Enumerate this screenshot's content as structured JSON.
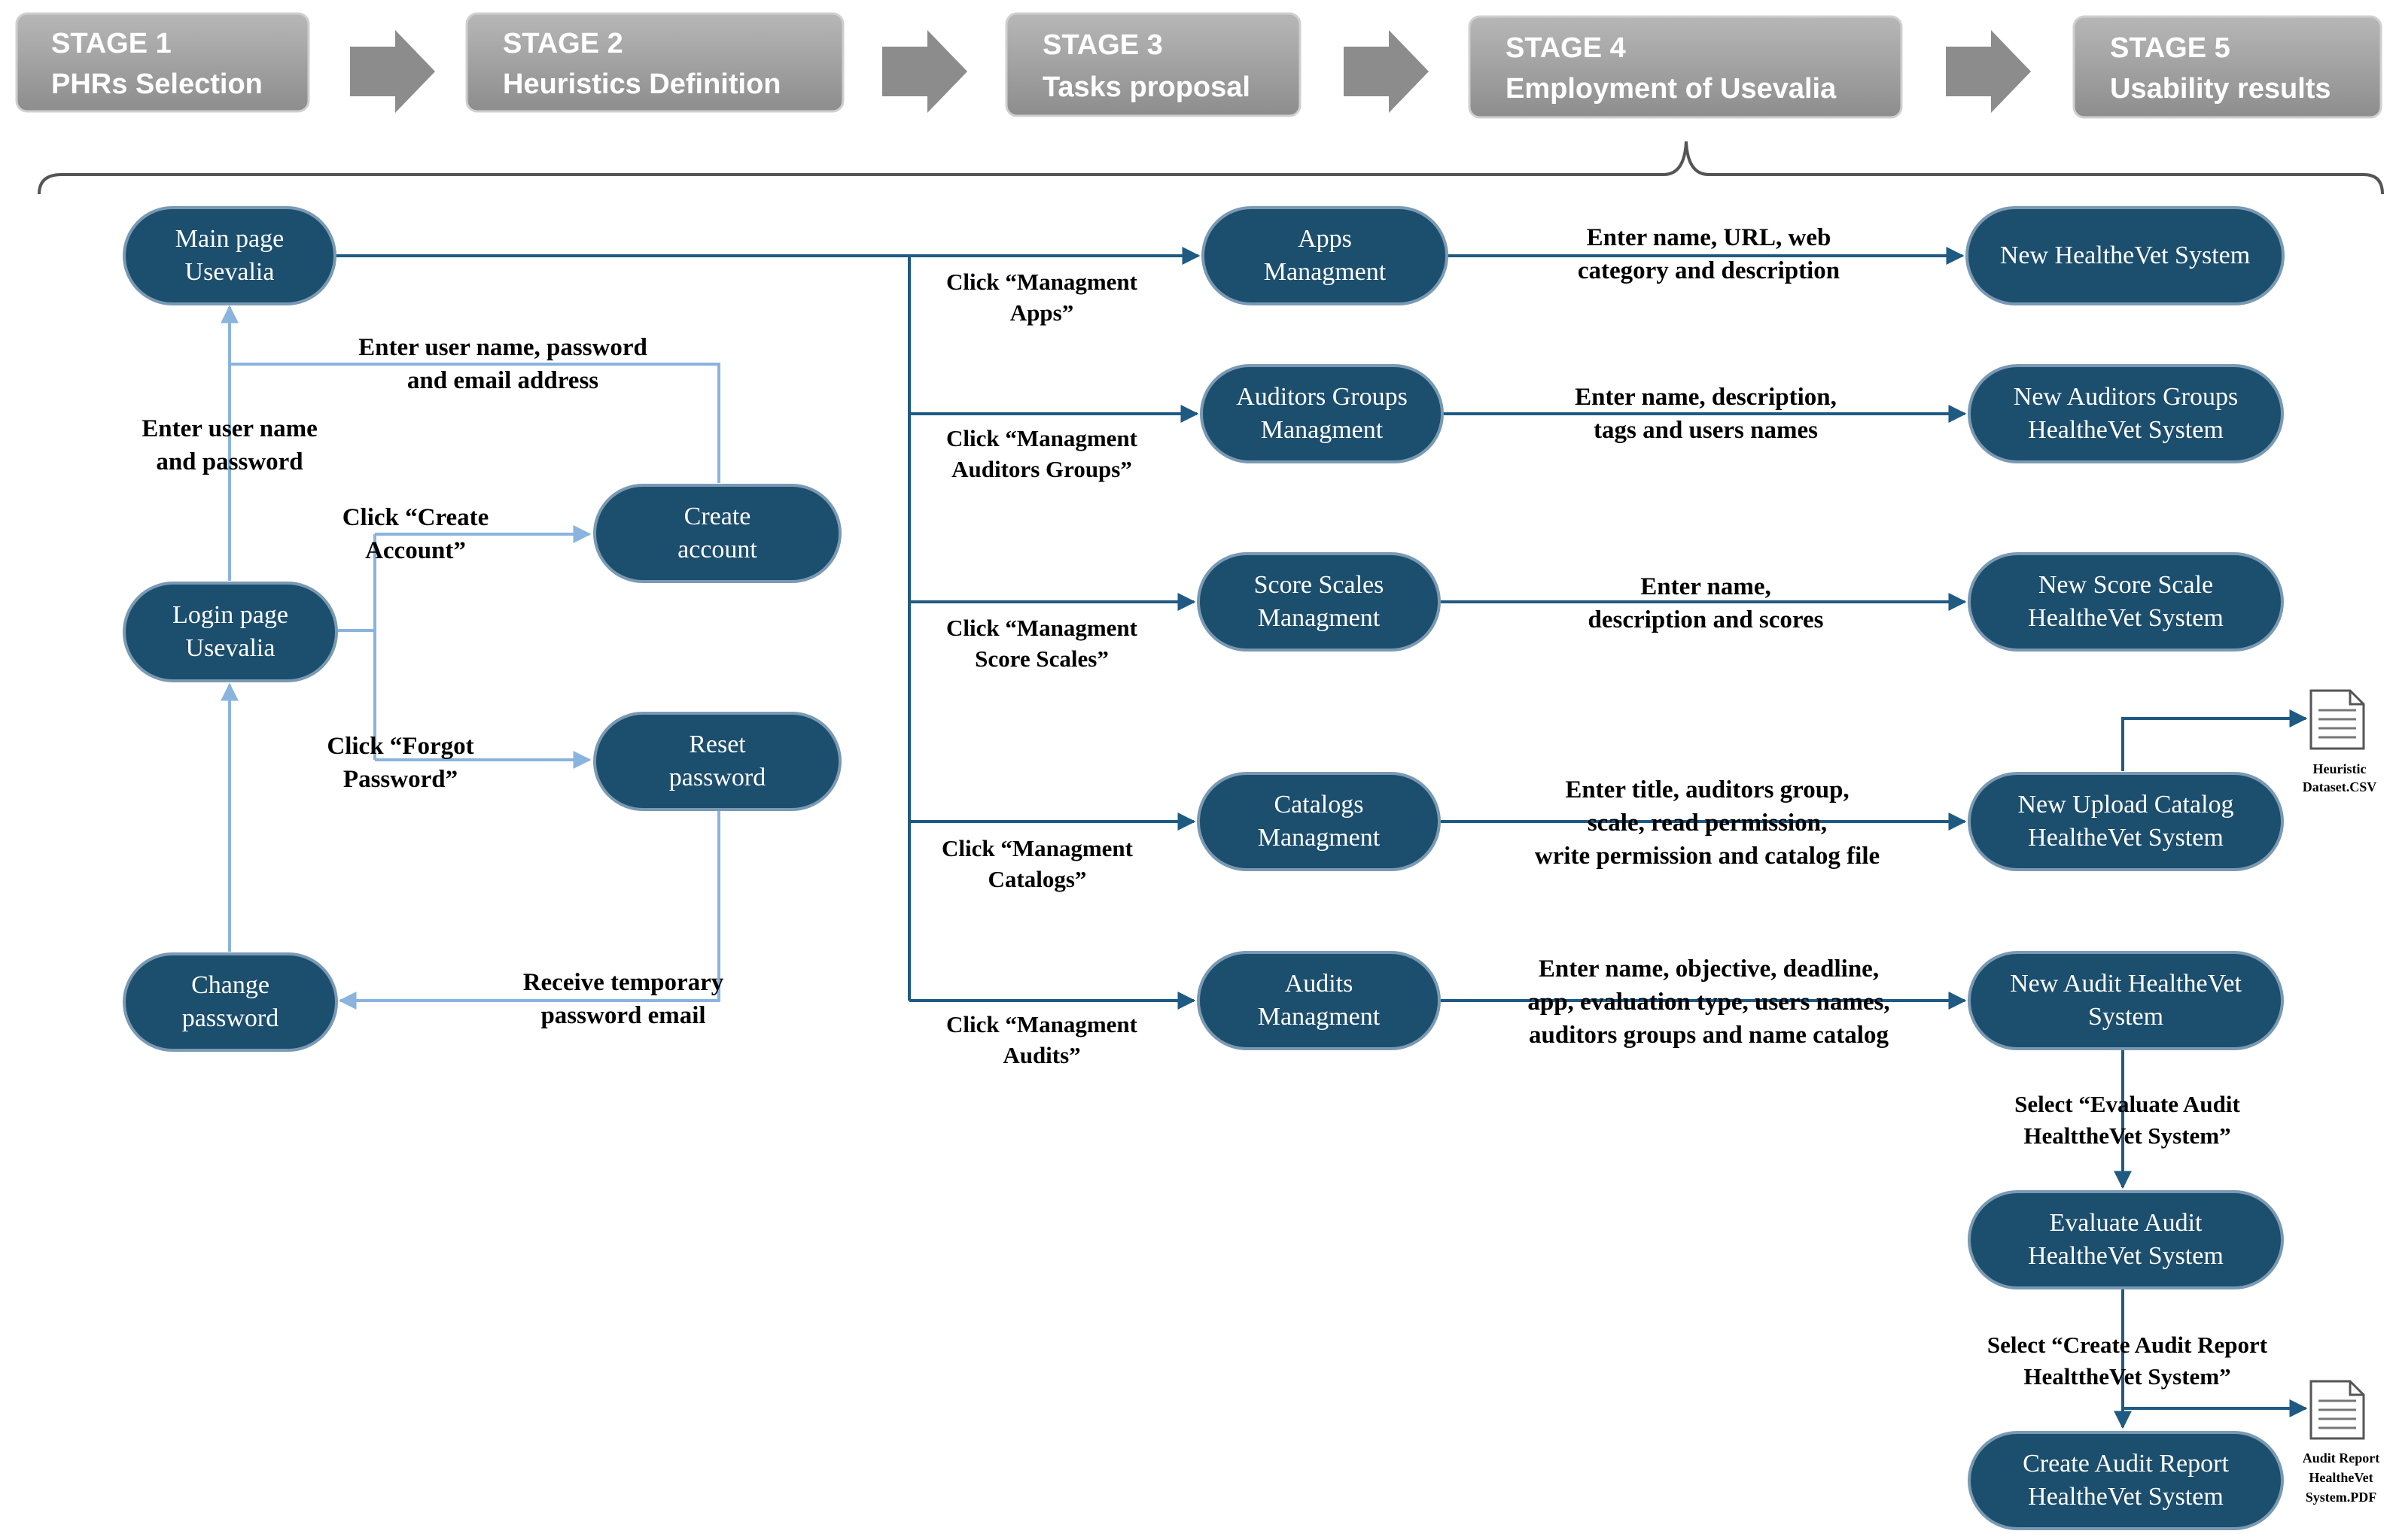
{
  "stages": [
    {
      "num": "STAGE 1",
      "title": "PHRs Selection"
    },
    {
      "num": "STAGE 2",
      "title": "Heuristics Definition"
    },
    {
      "num": "STAGE 3",
      "title": "Tasks proposal"
    },
    {
      "num": "STAGE 4",
      "title": "Employment of Usevalia"
    },
    {
      "num": "STAGE 5",
      "title": "Usability results"
    }
  ],
  "nodes": {
    "main_page": [
      "Main page",
      "Usevalia"
    ],
    "login_page": [
      "Login page",
      "Usevalia"
    ],
    "change_password": [
      "Change",
      "password"
    ],
    "create_account": [
      "Create",
      "account"
    ],
    "reset_password": [
      "Reset",
      "password"
    ],
    "apps": [
      "Apps",
      "Managment"
    ],
    "auditors_groups": [
      "Auditors Groups",
      "Managment"
    ],
    "score_scales": [
      "Score Scales",
      "Managment"
    ],
    "catalogs": [
      "Catalogs",
      "Managment"
    ],
    "audits": [
      "Audits",
      "Managment"
    ],
    "new_healthevet": [
      "New HealtheVet System"
    ],
    "new_auditors_groups": [
      "New Auditors Groups",
      "HealtheVet System"
    ],
    "new_score_scale": [
      "New Score Scale",
      "HealtheVet System"
    ],
    "new_upload_catalog": [
      "New Upload Catalog",
      "HealtheVet System"
    ],
    "new_audit": [
      "New Audit HealtheVet",
      "System"
    ],
    "evaluate_audit": [
      "Evaluate Audit",
      "HealtheVet System"
    ],
    "create_audit_report": [
      "Create Audit Report",
      "HealtheVet System"
    ]
  },
  "labels": {
    "enter_user_pwd_email": [
      "Enter user name, password",
      "and email address"
    ],
    "enter_user_pwd": [
      "Enter user name",
      "and password"
    ],
    "click_create_account": [
      "Click “Create",
      "Account”"
    ],
    "click_forgot_password": [
      "Click “Forgot",
      "Password”"
    ],
    "receive_temp_password": [
      "Receive temporary",
      "password email"
    ],
    "click_apps": [
      "Click “Managment",
      "Apps”"
    ],
    "click_auditors_groups": [
      "Click  “Managment",
      "Auditors Groups”"
    ],
    "click_score_scales": [
      "Click “Managment",
      "Score Scales”"
    ],
    "click_catalogs": [
      "Click “Managment",
      "Catalogs”"
    ],
    "click_audits": [
      "Click “Managment",
      "Audits”"
    ],
    "enter_apps": [
      "Enter name, URL, web",
      "category and description"
    ],
    "enter_groups": [
      "Enter name, description,",
      "tags and users names"
    ],
    "enter_scales": [
      "Enter name,",
      "description and scores"
    ],
    "enter_catalogs": [
      "Enter title, auditors group,",
      "scale, read permission,",
      "write permission and catalog file"
    ],
    "enter_audits": [
      "Enter name, objective, deadline,",
      "app, evaluation type, users names,",
      "auditors groups and name catalog"
    ],
    "select_evaluate": [
      "Select “Evaluate Audit",
      "HealttheVet System”"
    ],
    "select_create_report": [
      "Select “Create Audit Report",
      "HealttheVet System”"
    ]
  },
  "documents": {
    "heuristic_dataset": [
      "Heuristic",
      "Dataset.CSV"
    ],
    "audit_report": [
      "Audit Report",
      "HealtheVet",
      "System.PDF"
    ]
  },
  "colors": {
    "node_fill": "#1c4e6e",
    "node_stroke": "#7a99b3",
    "dark_line": "#1f5a82",
    "light_line": "#8ab4dd",
    "stage_gray": "#9a9a9a",
    "arrow_gray": "#8c8c8c"
  }
}
